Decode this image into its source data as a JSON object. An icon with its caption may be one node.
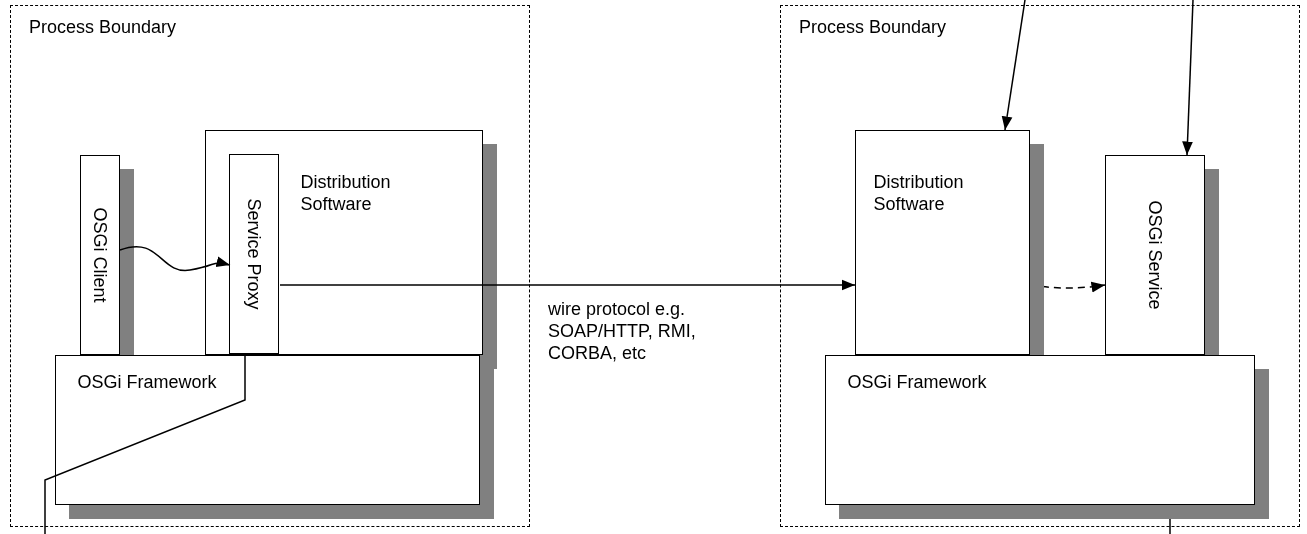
{
  "diagram": {
    "nodes": [
      {
        "text": [
          "Process Boundary"
        ]
      },
      {
        "text": [
          "OSGi Client"
        ],
        "in": 0
      },
      {
        "text": [
          "Distribution Software"
        ],
        "in": 0
      },
      {
        "text": [
          "Service Proxy"
        ],
        "in": 2
      },
      {
        "text": [
          "OSGi Framework"
        ],
        "in": 0
      },
      {
        "text": [
          "Process Boundary"
        ]
      },
      {
        "text": [
          "Distribution Software"
        ],
        "in": 5
      },
      {
        "text": [
          "OSGi Service"
        ],
        "in": 5
      },
      {
        "text": [
          "OSGi Framework"
        ],
        "in": 5
      }
    ],
    "edges": [
      {
        "from": 1,
        "to": 3,
        "arrow": "to"
      },
      {
        "from": 3,
        "to": 6,
        "arrow": "to",
        "label": "wire protocol e.g. SOAP/HTTP, RMI, CORBA, etc"
      },
      {
        "from": 6,
        "to": 7,
        "arrow": "to",
        "style": "dashed"
      },
      {
        "from": null,
        "to": 6,
        "arrow": "to"
      },
      {
        "from": null,
        "to": 7,
        "arrow": "to"
      },
      {
        "from": 3,
        "to": null,
        "arrow": "none"
      },
      {
        "from": 7,
        "to": null,
        "arrow": "none"
      }
    ]
  }
}
